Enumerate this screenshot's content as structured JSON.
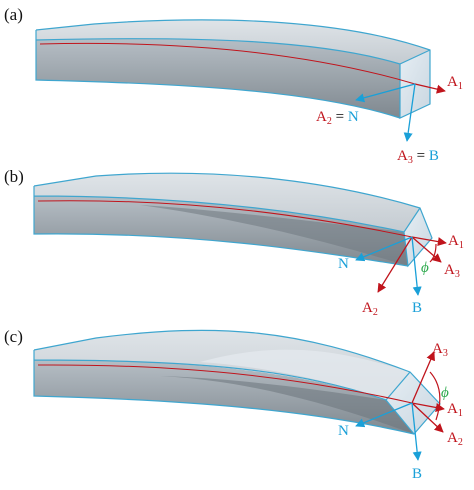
{
  "panels": [
    {
      "label": "(a)",
      "a1": "A",
      "a1_sub": "1",
      "a2": "A",
      "a2_sub": "2",
      "a2_eq": " = ",
      "n": "N",
      "a3": "A",
      "a3_sub": "3",
      "a3_eq": " = ",
      "b": "B"
    },
    {
      "label": "(b)",
      "a1": "A",
      "a1_sub": "1",
      "a2": "A",
      "a2_sub": "2",
      "a3": "A",
      "a3_sub": "3",
      "n": "N",
      "b": "B",
      "phi": "ϕ"
    },
    {
      "label": "(c)",
      "a1": "A",
      "a1_sub": "1",
      "a2": "A",
      "a2_sub": "2",
      "a3": "A",
      "a3_sub": "3",
      "n": "N",
      "b": "B",
      "phi": "ϕ"
    }
  ],
  "colors": {
    "red": "#c0141c",
    "blue": "#1aa0d8",
    "green": "#2aa84a",
    "beam_light": "#d3d9de",
    "beam_dark": "#8e979f"
  }
}
